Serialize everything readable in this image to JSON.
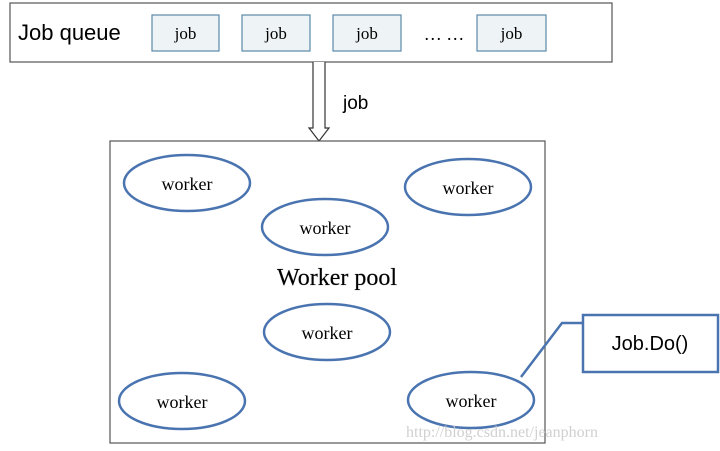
{
  "queue": {
    "title": "Job queue",
    "items": [
      "job",
      "job",
      "job",
      "job"
    ],
    "ellipsis": "… …"
  },
  "arrow": {
    "label": "job"
  },
  "pool": {
    "title": "Worker pool",
    "workers": [
      "worker",
      "worker",
      "worker",
      "worker",
      "worker",
      "worker"
    ]
  },
  "callout": {
    "label": "Job.Do()"
  },
  "watermark": {
    "text": "http://blog.csdn.net/jeanphorn"
  },
  "colors": {
    "ellipse_stroke": "#4a74b0",
    "job_box_fill": "#eef3f5",
    "job_box_stroke": "#5b8aa8",
    "callout_stroke": "#4a74b0",
    "frame_stroke": "#555555"
  }
}
